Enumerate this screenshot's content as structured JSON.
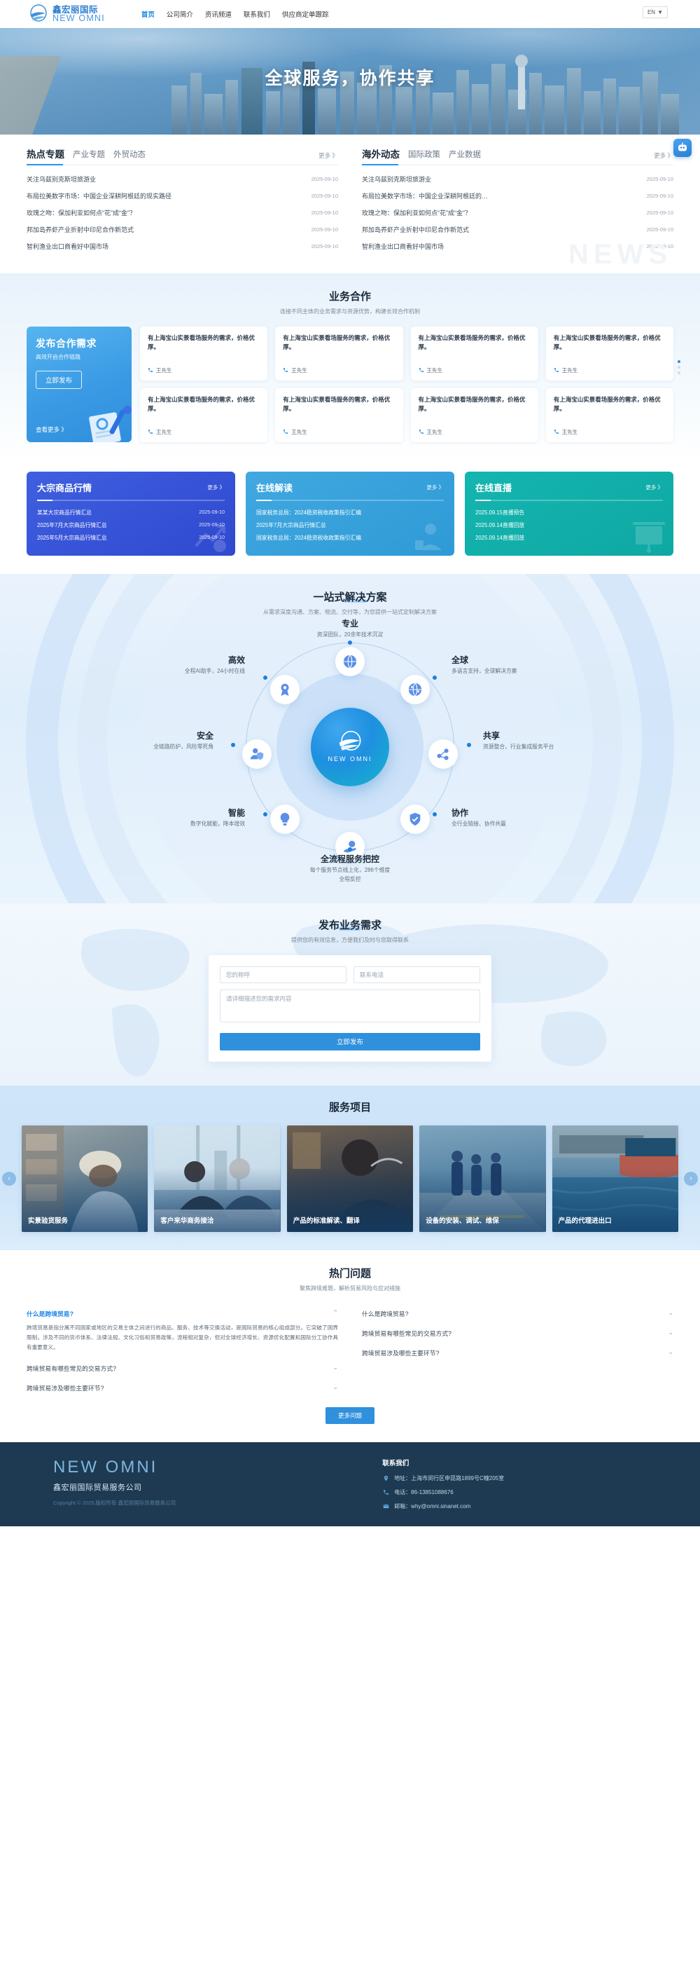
{
  "header": {
    "logo_cn": "鑫宏丽国际",
    "logo_en": "NEW OMNI",
    "nav": [
      {
        "label": "首页",
        "active": true
      },
      {
        "label": "公司简介",
        "active": false
      },
      {
        "label": "资讯频道",
        "active": false
      },
      {
        "label": "联系我们",
        "active": false
      },
      {
        "label": "供应商定单跟踪",
        "active": false
      }
    ],
    "lang": "EN",
    "lang_caret": "▼"
  },
  "hero": {
    "title": "全球服务，协作共享"
  },
  "news": {
    "watermark": "NEWS",
    "ai_badge": "AI客服",
    "left": {
      "tabs": [
        "热点专题",
        "产业专题",
        "外贸动态"
      ],
      "more": "更多 》",
      "items": [
        {
          "title": "关注乌兹别克斯坦旅游业",
          "date": "2025-09-10"
        },
        {
          "title": "布局拉美数字市场：中国企业深耕阿根廷的现实路径",
          "date": "2025-09-10"
        },
        {
          "title": "玫瑰之吻：保加利亚如何点“花”成“金”？",
          "date": "2025-09-10"
        },
        {
          "title": "邦加岛养虾产业折射中印尼合作新范式",
          "date": "2025-09-10"
        },
        {
          "title": "智利渔业出口商看好中国市场",
          "date": "2025-09-10"
        }
      ]
    },
    "right": {
      "tabs": [
        "海外动态",
        "国际政策",
        "产业数据"
      ],
      "more": "更多 》",
      "items": [
        {
          "title": "关注乌兹别克斯坦旅游业",
          "date": "2025-09-10"
        },
        {
          "title": "布局拉美数字市场：中国企业深耕阿根廷的…",
          "date": "2025-09-10"
        },
        {
          "title": "玫瑰之吻：保加利亚如何点“花”成“金”？",
          "date": "2025-09-10"
        },
        {
          "title": "邦加岛养虾产业折射中印尼合作新范式",
          "date": "2025-09-10"
        },
        {
          "title": "智利渔业出口商看好中国市场",
          "date": "2025-09-10"
        }
      ]
    }
  },
  "coop": {
    "title_a": "业务",
    "title_b": "合作",
    "subtitle": "连接不同主体的业务需求与资源优势，构建长效合作机制",
    "promo": {
      "title": "发布合作需求",
      "subtitle": "高效开启合作链路",
      "button": "立即发布",
      "see_more": "查看更多 》"
    },
    "cards": [
      {
        "text": "有上海宝山实景看场服务的需求，价格优厚。",
        "contact": "王先生"
      },
      {
        "text": "有上海宝山实景看场服务的需求，价格优厚。",
        "contact": "王先生"
      },
      {
        "text": "有上海宝山实景看场服务的需求，价格优厚。",
        "contact": "王先生"
      },
      {
        "text": "有上海宝山实景看场服务的需求，价格优厚。",
        "contact": "王先生"
      },
      {
        "text": "有上海宝山实景看场服务的需求，价格优厚。",
        "contact": "王先生"
      },
      {
        "text": "有上海宝山实景看场服务的需求，价格优厚。",
        "contact": "王先生"
      },
      {
        "text": "有上海宝山实景看场服务的需求，价格优厚。",
        "contact": "王先生"
      },
      {
        "text": "有上海宝山实景看场服务的需求，价格优厚。",
        "contact": "王先生"
      }
    ]
  },
  "triple": [
    {
      "title": "大宗商品行情",
      "more": "更多 》",
      "theme": "blue",
      "icon": "chart-up-icon",
      "items": [
        {
          "title": "某某大宗商品行情汇总",
          "date": "2025-09-10"
        },
        {
          "title": "2025年7月大宗商品行情汇总",
          "date": "2025-09-10"
        },
        {
          "title": "2025年5月大宗商品行情汇总",
          "date": "2025-09-10"
        }
      ]
    },
    {
      "title": "在线解读",
      "more": "更多 》",
      "theme": "lblue",
      "icon": "presenter-icon",
      "items": [
        {
          "title": "国家税务总局：2024稳资税收政策指引汇编",
          "date": ""
        },
        {
          "title": "2025年7月大宗商品行情汇总",
          "date": ""
        },
        {
          "title": "国家税务总局：2024稳资税收政策指引汇编",
          "date": ""
        }
      ]
    },
    {
      "title": "在线直播",
      "more": "更多 》",
      "theme": "teal",
      "icon": "live-board-icon",
      "items": [
        {
          "title": "2025.09.15直播预告",
          "date": ""
        },
        {
          "title": "2025.09.14直播回放",
          "date": ""
        },
        {
          "title": "2025.09.14直播回放",
          "date": ""
        }
      ]
    }
  ],
  "solution": {
    "title_a": "一站式",
    "title_b": "解决",
    "title_c": "方案",
    "subtitle": "从需求深度沟通、方案、物流、交付等，为您提供一站式定制解决方案",
    "brand": "NEW OMNI",
    "nodes": [
      {
        "name": "专业",
        "desc": "资深团队，20余年技术沉淀",
        "icon": "globe-icon"
      },
      {
        "name": "全球",
        "desc": "多语言支持，全球解决方案",
        "icon": "globe-network-icon"
      },
      {
        "name": "共享",
        "desc": "资源整合，行业集成服务平台",
        "icon": "share-nodes-icon"
      },
      {
        "name": "协作",
        "desc": "全行业链接、协作共赢",
        "icon": "handshake-shield-icon"
      },
      {
        "name": "全流程服务把控",
        "desc": "每个服务节点线上化，286个维度",
        "desc2": "全程反控",
        "icon": "hand-globe-icon"
      },
      {
        "name": "智能",
        "desc": "数字化赋能，降本增效",
        "icon": "bulb-icon"
      },
      {
        "name": "安全",
        "desc": "全链路防护，风险零死角",
        "icon": "user-shield-icon"
      },
      {
        "name": "高效",
        "desc": "全程AI助手，24小时在线",
        "icon": "medal-icon"
      }
    ]
  },
  "form": {
    "title_a": "发布",
    "title_b": "业务",
    "title_c": "需求",
    "subtitle": "提供您的有效信息，方便我们及时与您取得联系",
    "name_placeholder": "您的称呼",
    "phone_placeholder": "联系电话",
    "detail_placeholder": "请详细描述您的需求内容",
    "submit": "立即发布"
  },
  "services": {
    "title_a": "服务",
    "title_b": "项目",
    "prev": "‹",
    "next": "›",
    "items": [
      {
        "caption": "实景验货服务",
        "photo": "warehouse-inspector-photo"
      },
      {
        "caption": "客户来华商务接洽",
        "photo": "business-meeting-photo"
      },
      {
        "caption": "产品的标准解读、翻译",
        "photo": "document-review-photo"
      },
      {
        "caption": "设备的安装、调试、维保",
        "photo": "factory-workers-photo"
      },
      {
        "caption": "产品的代理进出口",
        "photo": "container-ship-photo"
      }
    ]
  },
  "faq": {
    "title_a": "热门",
    "title_b": "问题",
    "subtitle": "聚焦跨境难题，解析贸易风险与应对措施",
    "left": [
      {
        "q": "什么是跨境贸易?",
        "open": true,
        "chev": "⌃",
        "a": "跨境贸易是指分属不同国家或地区的交易主体之间进行的商品、服务、技术等交换活动，是国际贸易的核心组成部分。它突破了国界限制，涉及不同的货币体系、法律法规、文化习俗和贸易政策，流程相对复杂，但对全球经济增长、资源优化配置和国际分工协作具有重要意义。"
      },
      {
        "q": "跨境贸易有哪些常见的交易方式?",
        "open": false,
        "chev": "⌄",
        "a": ""
      },
      {
        "q": "跨境贸易涉及哪些主要环节?",
        "open": false,
        "chev": "⌄",
        "a": ""
      }
    ],
    "right": [
      {
        "q": "什么是跨境贸易?",
        "open": false,
        "chev": "⌄",
        "a": ""
      },
      {
        "q": "跨境贸易有哪些常见的交易方式?",
        "open": false,
        "chev": "⌄",
        "a": ""
      },
      {
        "q": "跨境贸易涉及哪些主要环节?",
        "open": false,
        "chev": "⌄",
        "a": ""
      }
    ],
    "more_button": "更多问题"
  },
  "footer": {
    "logo_en": "NEW OMNI",
    "company": "鑫宏丽国际贸易服务公司",
    "copyright": "Copyright © 2025.版权所有 鑫宏丽国际贸易服务公司",
    "contact_title": "联系我们",
    "address": "地址：上海市闵行区申昆路1899号C幢205室",
    "phone": "电话：86-13851088676",
    "email": "邮箱：why@omni.sinanet.com"
  },
  "colors": {
    "accent": "#2f90dd",
    "brand_blue": "#1e88e5",
    "teal": "#14b5b0",
    "deep_blue": "#2f49cf",
    "footer_bg": "#1d3a52"
  }
}
